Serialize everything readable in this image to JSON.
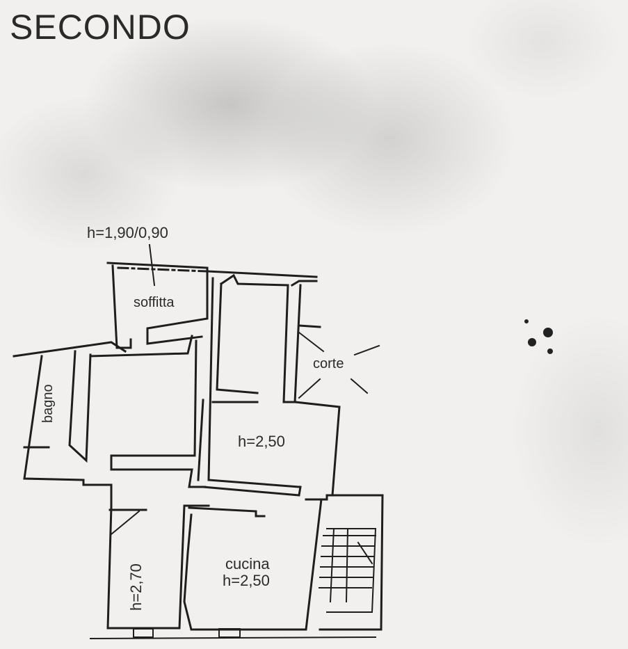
{
  "header": {
    "title": "SECONDO"
  },
  "plan": {
    "rooms": [
      {
        "id": "soffitta",
        "name": "soffitta",
        "height_label": "h=1,90/0,90"
      },
      {
        "id": "bagno",
        "name": "bagno"
      },
      {
        "id": "corte",
        "name": "corte"
      },
      {
        "id": "room-center",
        "height_label": "h=2,50"
      },
      {
        "id": "room-left-bottom",
        "height_label": "h=2,70"
      },
      {
        "id": "cucina",
        "name": "cucina",
        "height_label": "h=2,50"
      },
      {
        "id": "stairwell",
        "name": ""
      }
    ],
    "colors": {
      "ink": "#1e1e1e",
      "paper": "#f1f0ee"
    }
  }
}
